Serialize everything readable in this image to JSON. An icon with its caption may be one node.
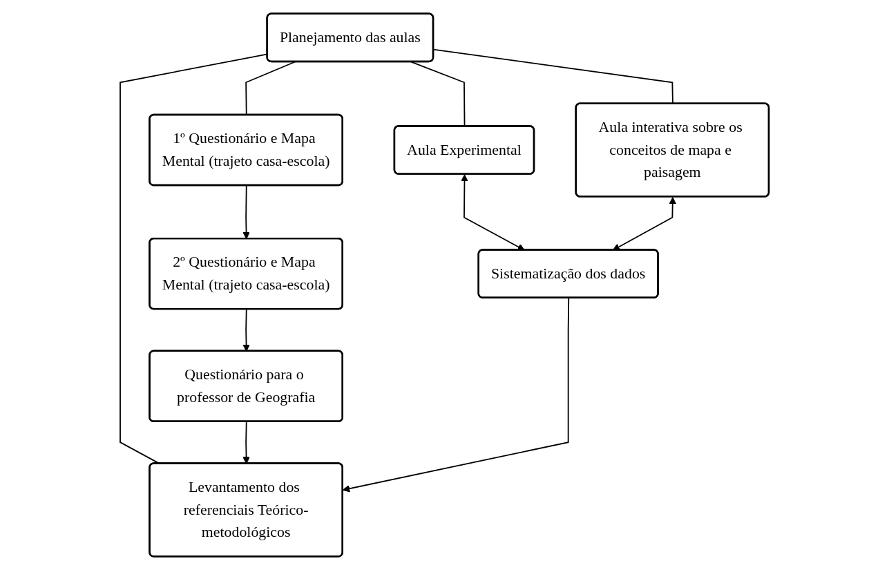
{
  "diagram": {
    "nodes": [
      {
        "text": [
          "Planejamento das aulas"
        ]
      },
      {
        "text": [
          "1º Questionário e Mapa Mental (trajeto casa-escola)"
        ]
      },
      {
        "text": [
          "Aula Experimental"
        ]
      },
      {
        "text": [
          "Sistematização dos dados"
        ]
      },
      {
        "text": [
          "Aula interativa sobre os conceitos de mapa e paisagem"
        ]
      },
      {
        "text": [
          "2º Questionário e Mapa Mental (trajeto casa-escola)"
        ]
      },
      {
        "text": [
          "Levantamento dos referenciais Teórico-metodológicos"
        ]
      },
      {
        "text": [
          "Questionário para o professor de Geografia"
        ]
      }
    ],
    "edges": [
      {
        "from": 0,
        "to": 1,
        "arrow": "none"
      },
      {
        "from": 0,
        "to": 2,
        "arrow": "none"
      },
      {
        "from": 0,
        "to": 4,
        "arrow": "none"
      },
      {
        "from": 0,
        "to": 6,
        "arrow": "none"
      },
      {
        "from": 1,
        "to": 5,
        "arrow": "to"
      },
      {
        "from": 2,
        "to": 3,
        "arrow": "both"
      },
      {
        "from": 4,
        "to": 3,
        "arrow": "both"
      },
      {
        "from": 5,
        "to": 7,
        "arrow": "to"
      },
      {
        "from": 7,
        "to": 6,
        "arrow": "to"
      },
      {
        "from": 3,
        "to": 6,
        "arrow": "to"
      }
    ]
  }
}
